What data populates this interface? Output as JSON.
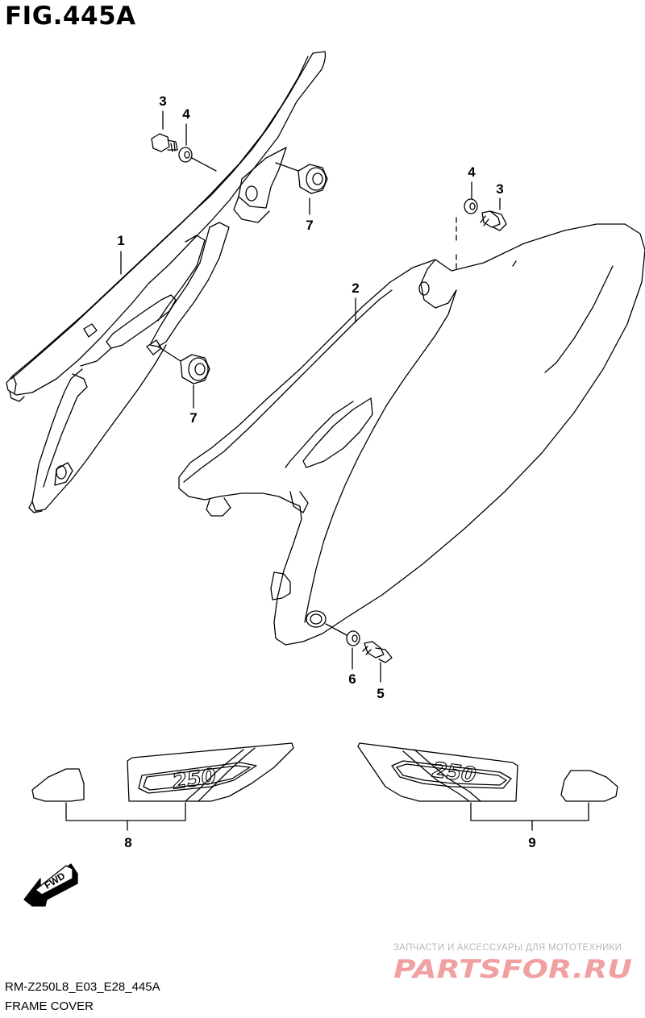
{
  "figure": {
    "title": "FIG.445A",
    "model_code": "RM-Z250L8_E03_E28_445A",
    "diagram_name": "FRAME COVER"
  },
  "callouts": {
    "c1": "1",
    "c2": "2",
    "c3a": "3",
    "c3b": "3",
    "c4a": "4",
    "c4b": "4",
    "c5": "5",
    "c6": "6",
    "c7a": "7",
    "c7b": "7",
    "c8": "8",
    "c9": "9"
  },
  "emblems": {
    "left": "250",
    "right": "250"
  },
  "fwd_label": "FWD",
  "watermark": {
    "tagline": "ЗАПЧАСТИ И АКСЕССУАРЫ ДЛЯ МОТОТЕХНИКИ",
    "brand": "PARTSFOR.RU",
    "brand_color": "#f0a0a0"
  },
  "colors": {
    "line": "#000000",
    "background": "#ffffff",
    "tagline": "#b8b8b8"
  }
}
